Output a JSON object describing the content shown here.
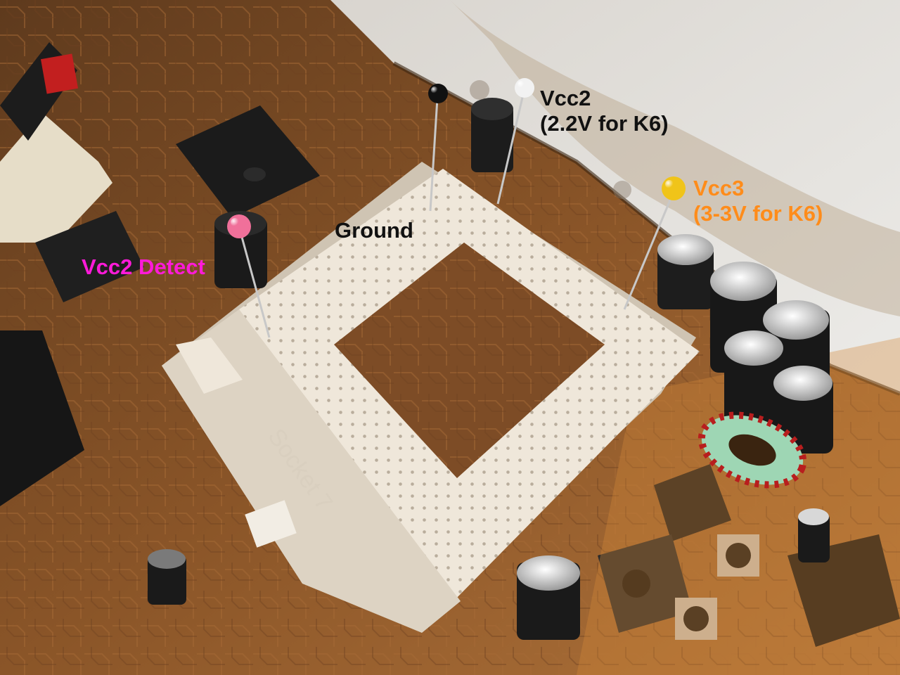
{
  "labels": {
    "vcc2": {
      "line1": "Vcc2",
      "line2": "(2.2V for K6)",
      "color": "#111111"
    },
    "vcc3": {
      "line1": "Vcc3",
      "line2": "(3-3V for K6)",
      "color": "#ff8c1a"
    },
    "ground": {
      "text": "Ground",
      "color": "#111111"
    },
    "vcc2_detect": {
      "text": "Vcc2 Detect",
      "color": "#ff1ad9"
    }
  },
  "pins": {
    "ground": {
      "head_color": "#111111"
    },
    "vcc2": {
      "head_color": "#f2f2f2"
    },
    "vcc3": {
      "head_color": "#f0c419"
    },
    "vcc2_detect": {
      "head_color": "#f0709a"
    }
  },
  "socket_marking": "Socket 7",
  "colors": {
    "pcb": "#8a5528",
    "socket": "#efe7da",
    "paper": "#e9e6e1",
    "inductor": "#b81e1e"
  }
}
